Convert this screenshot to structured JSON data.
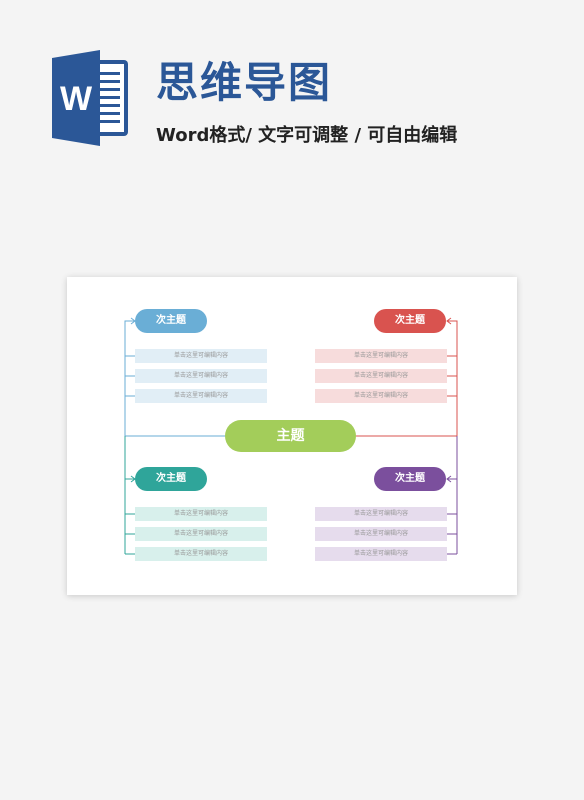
{
  "header": {
    "title": "思维导图",
    "subtitle": "Word格式/ 文字可调整 / 可自由编辑",
    "logo_letter": "W"
  },
  "mindmap": {
    "center": "主题",
    "branches": [
      {
        "label": "次主题",
        "color": "#6aaed6",
        "item_bg": "#e1eef6",
        "items": [
          "单击这里可编辑内容",
          "单击这里可编辑内容",
          "单击这里可编辑内容"
        ]
      },
      {
        "label": "次主题",
        "color": "#d9534f",
        "item_bg": "#f7dcdc",
        "items": [
          "单击这里可编辑内容",
          "单击这里可编辑内容",
          "单击这里可编辑内容"
        ]
      },
      {
        "label": "次主题",
        "color": "#2fa59a",
        "item_bg": "#d8f0ec",
        "items": [
          "单击这里可编辑内容",
          "单击这里可编辑内容",
          "单击这里可编辑内容"
        ]
      },
      {
        "label": "次主题",
        "color": "#7b4f9d",
        "item_bg": "#e6dced",
        "items": [
          "单击这里可编辑内容",
          "单击这里可编辑内容",
          "单击这里可编辑内容"
        ]
      }
    ]
  }
}
